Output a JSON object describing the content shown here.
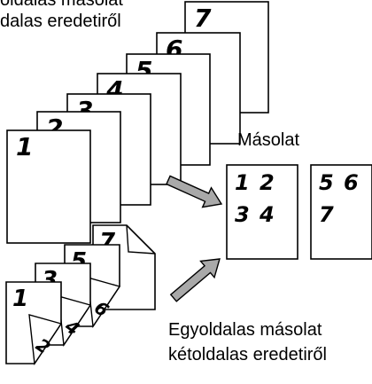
{
  "captions": {
    "top_line1": "oldalas másolat",
    "top_line2": "dalas eredetiről",
    "copies_label": "Másolat",
    "bottom_line1": "Egyoldalas másolat",
    "bottom_line2": "kétoldalas eredetiről"
  },
  "single_sided_originals": [
    "1",
    "2",
    "3",
    "4",
    "5",
    "6",
    "7"
  ],
  "double_sided_originals": [
    {
      "front": "1",
      "back": "2"
    },
    {
      "front": "3",
      "back": "4"
    },
    {
      "front": "5",
      "back": "6"
    },
    {
      "front": "7",
      "back": ""
    }
  ],
  "copy_sheets": [
    {
      "numbers": [
        "1",
        "2",
        "3",
        "4"
      ]
    },
    {
      "numbers": [
        "5",
        "6",
        "7"
      ]
    }
  ],
  "colors": {
    "arrow_fill": "#a9a9a9",
    "line": "#000000",
    "paper": "#ffffff"
  }
}
